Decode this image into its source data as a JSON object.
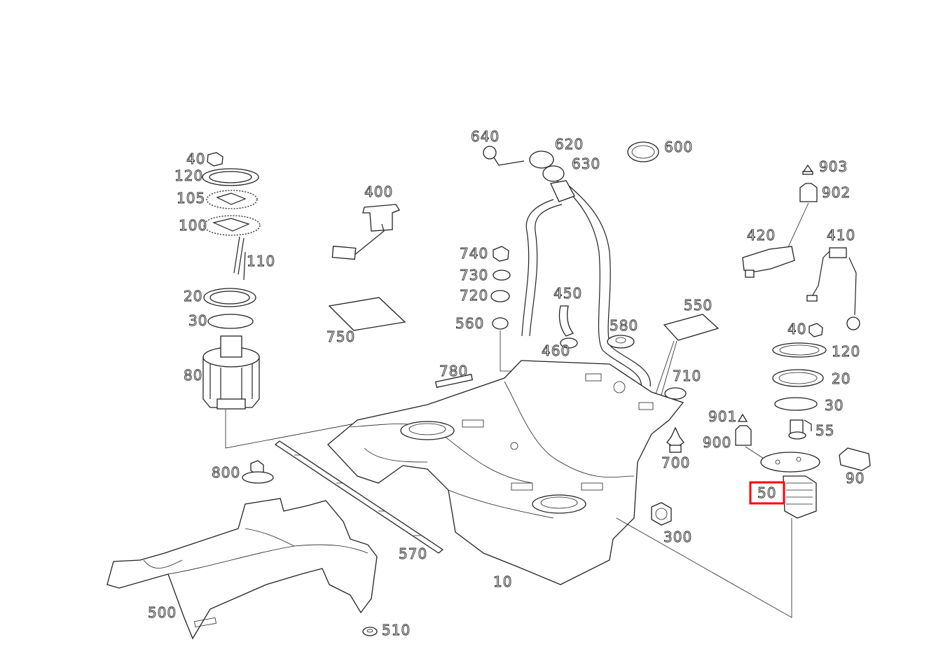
{
  "labels": {
    "p10": "10",
    "p20a": "20",
    "p20b": "20",
    "p30a": "30",
    "p30b": "30",
    "p40a": "40",
    "p40b": "40",
    "p50": "50",
    "p55": "55",
    "p80": "80",
    "p90": "90",
    "p100": "100",
    "p105": "105",
    "p110": "110",
    "p120a": "120",
    "p120b": "120",
    "p300": "300",
    "p400": "400",
    "p410": "410",
    "p420": "420",
    "p450": "450",
    "p460": "460",
    "p500": "500",
    "p510": "510",
    "p550": "550",
    "p560": "560",
    "p570": "570",
    "p580": "580",
    "p600": "600",
    "p620": "620",
    "p630": "630",
    "p640": "640",
    "p700": "700",
    "p710": "710",
    "p720": "720",
    "p730": "730",
    "p740": "740",
    "p750": "750",
    "p780": "780",
    "p800": "800",
    "p900": "900",
    "p901": "901",
    "p902": "902",
    "p903": "903"
  },
  "highlight": {
    "label": "50",
    "color": "#ff0000"
  }
}
